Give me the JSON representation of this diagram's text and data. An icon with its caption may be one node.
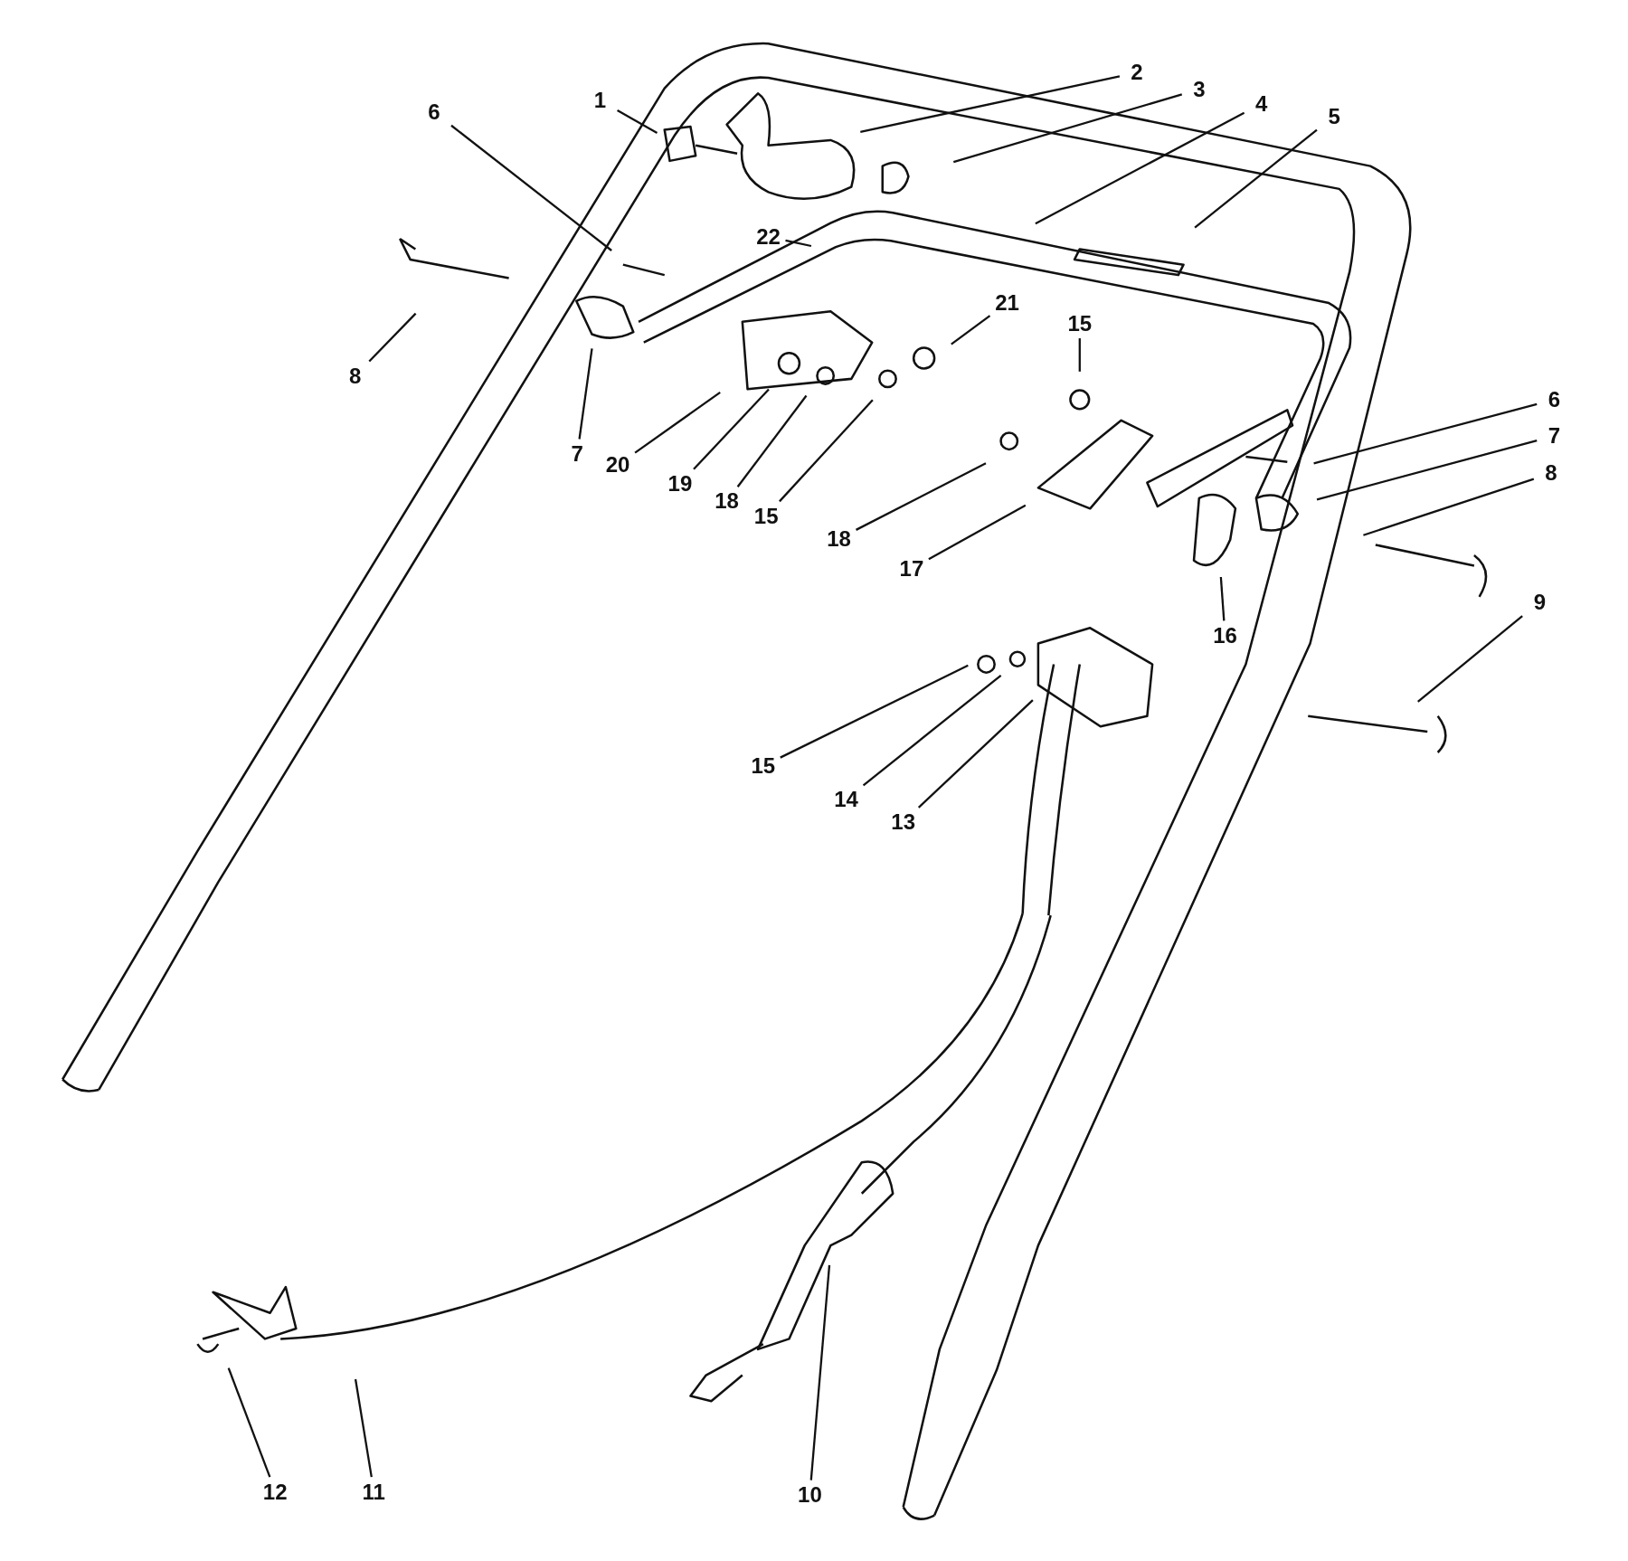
{
  "diagram": {
    "nodes": [
      {
        "text": [
          "2"
        ]
      },
      {
        "text": [
          "3"
        ]
      },
      {
        "text": [
          "1"
        ]
      },
      {
        "text": [
          "4"
        ]
      },
      {
        "text": [
          "6"
        ]
      },
      {
        "text": [
          "5"
        ]
      },
      {
        "text": [
          "22"
        ]
      },
      {
        "text": [
          "21"
        ]
      },
      {
        "text": [
          "15"
        ]
      },
      {
        "text": [
          "8"
        ]
      },
      {
        "text": [
          "6"
        ]
      },
      {
        "text": [
          "7"
        ]
      },
      {
        "text": [
          "7"
        ]
      },
      {
        "text": [
          "20"
        ]
      },
      {
        "text": [
          "8"
        ]
      },
      {
        "text": [
          "19"
        ]
      },
      {
        "text": [
          "18"
        ]
      },
      {
        "text": [
          "15"
        ]
      },
      {
        "text": [
          "18"
        ]
      },
      {
        "text": [
          "17"
        ]
      },
      {
        "text": [
          "9"
        ]
      },
      {
        "text": [
          "16"
        ]
      },
      {
        "text": [
          "15"
        ]
      },
      {
        "text": [
          "14"
        ]
      },
      {
        "text": [
          "13"
        ]
      },
      {
        "text": [
          "12"
        ]
      },
      {
        "text": [
          "11"
        ]
      },
      {
        "text": [
          "10"
        ]
      }
    ],
    "edges": [
      {
        "from": 0,
        "to": null,
        "arrow": "none"
      },
      {
        "from": 1,
        "to": null,
        "arrow": "none"
      },
      {
        "from": 2,
        "to": null,
        "arrow": "none"
      },
      {
        "from": 3,
        "to": null,
        "arrow": "none"
      },
      {
        "from": 4,
        "to": null,
        "arrow": "none"
      },
      {
        "from": 5,
        "to": null,
        "arrow": "none"
      },
      {
        "from": 6,
        "to": null,
        "arrow": "none"
      },
      {
        "from": 7,
        "to": null,
        "arrow": "none"
      },
      {
        "from": 8,
        "to": null,
        "arrow": "none"
      },
      {
        "from": 9,
        "to": null,
        "arrow": "none"
      },
      {
        "from": 10,
        "to": null,
        "arrow": "none"
      },
      {
        "from": 11,
        "to": null,
        "arrow": "none"
      },
      {
        "from": 12,
        "to": null,
        "arrow": "none"
      },
      {
        "from": 13,
        "to": null,
        "arrow": "none"
      },
      {
        "from": 14,
        "to": null,
        "arrow": "none"
      },
      {
        "from": 15,
        "to": null,
        "arrow": "none"
      },
      {
        "from": 16,
        "to": null,
        "arrow": "none"
      },
      {
        "from": 17,
        "to": null,
        "arrow": "none"
      },
      {
        "from": 18,
        "to": null,
        "arrow": "none"
      },
      {
        "from": 19,
        "to": null,
        "arrow": "none"
      },
      {
        "from": 20,
        "to": null,
        "arrow": "none"
      },
      {
        "from": 21,
        "to": null,
        "arrow": "none"
      },
      {
        "from": 22,
        "to": null,
        "arrow": "none"
      },
      {
        "from": 23,
        "to": null,
        "arrow": "none"
      },
      {
        "from": 24,
        "to": null,
        "arrow": "none"
      },
      {
        "from": 25,
        "to": null,
        "arrow": "none"
      },
      {
        "from": 26,
        "to": null,
        "arrow": "none"
      },
      {
        "from": 27,
        "to": null,
        "arrow": "none"
      }
    ]
  }
}
